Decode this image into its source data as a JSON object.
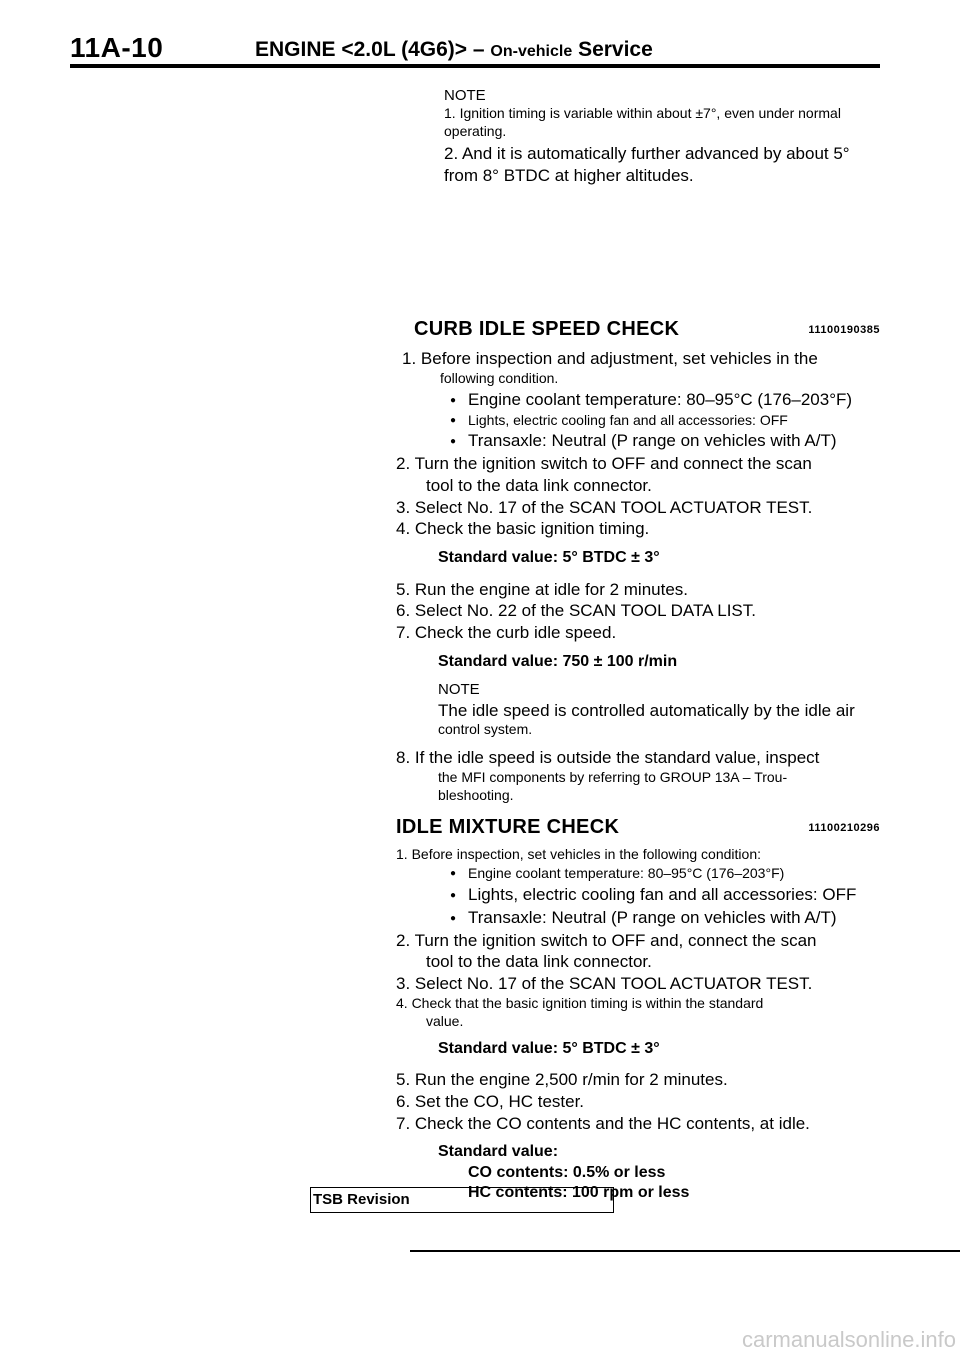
{
  "header": {
    "page_number": "11A-10",
    "section": "ENGINE",
    "engine": "<2.0L (4G6)> –",
    "sub_small": "On-vehicle",
    "sub_big": "Service"
  },
  "top_note": {
    "label": "NOTE",
    "item1": "1.  Ignition timing is variable within about ±7°, even under normal operating.",
    "item2": "2. And it is automatically further advanced by about 5° from 8° BTDC at higher altitudes."
  },
  "curb": {
    "title": "CURB IDLE SPEED CHECK",
    "code": "11100190385",
    "step1": "1. Before inspection and adjustment, set vehicles in the",
    "step1_cont": "following condition.",
    "b1": "Engine coolant temperature: 80–95°C (176–203°F)",
    "b2": "Lights, electric cooling fan and all accessories: OFF",
    "b3": "Transaxle: Neutral (P range on vehicles with A/T)",
    "step2": "2. Turn the ignition switch to OFF and connect the scan",
    "step2_cont": "tool to the data link connector.",
    "step3": "3. Select No. 17 of the SCAN TOOL ACTUATOR TEST.",
    "step4": "4. Check the basic ignition timing.",
    "std1": "Standard value: 5° BTDC ± 3°",
    "step5": "5. Run the engine at idle for 2 minutes.",
    "step6": "6. Select No. 22 of the SCAN TOOL DATA LIST.",
    "step7": "7. Check the curb idle speed.",
    "std2": "Standard value: 750 ± 100 r/min",
    "note_label": "NOTE",
    "note_text": "The idle speed is controlled automatically by the idle air",
    "note_text2": "control system.",
    "step8": "8. If the idle speed is outside the standard value, inspect",
    "step8_cont": "the MFI components by referring to GROUP 13A – Trou-",
    "step8_cont2": "bleshooting."
  },
  "mixture": {
    "title": "IDLE MIXTURE CHECK",
    "code": "11100210296",
    "step1": "1.  Before inspection, set vehicles in the following condition:",
    "b1": "Engine coolant temperature: 80–95°C (176–203°F)",
    "b2": "Lights, electric cooling fan and all accessories: OFF",
    "b3": "Transaxle: Neutral (P range on vehicles with A/T)",
    "step2": "2. Turn the ignition switch to OFF and, connect the scan",
    "step2_cont": "tool to the data link connector.",
    "step3": "3. Select No. 17 of the SCAN TOOL ACTUATOR TEST.",
    "step4": "4.  Check that the basic ignition timing is within the standard",
    "step4_cont": "value.",
    "std1": "Standard value: 5° BTDC ± 3°",
    "step5": "5. Run the engine 2,500 r/min for 2 minutes.",
    "step6": "6. Set the CO, HC tester.",
    "step7": "7. Check the CO contents and the HC contents, at idle.",
    "std_label": "Standard value:",
    "std_co": "CO contents: 0.5% or less",
    "std_hc": "HC contents: 100 rpm or less"
  },
  "footer": {
    "revision": "TSB Revision",
    "watermark": "carmanualsonline.info"
  }
}
